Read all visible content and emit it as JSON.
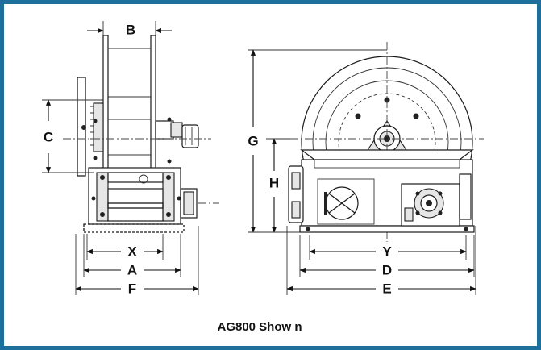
{
  "caption": "AG800 Show n",
  "dimensions": {
    "b": "B",
    "c": "C",
    "x": "X",
    "a": "A",
    "f": "F",
    "g": "G",
    "h": "H",
    "y": "Y",
    "d": "D",
    "e": "E"
  },
  "colors": {
    "frame": "#1d6f9c",
    "line": "#1a1a1a",
    "shade": "#e6e6e6"
  }
}
